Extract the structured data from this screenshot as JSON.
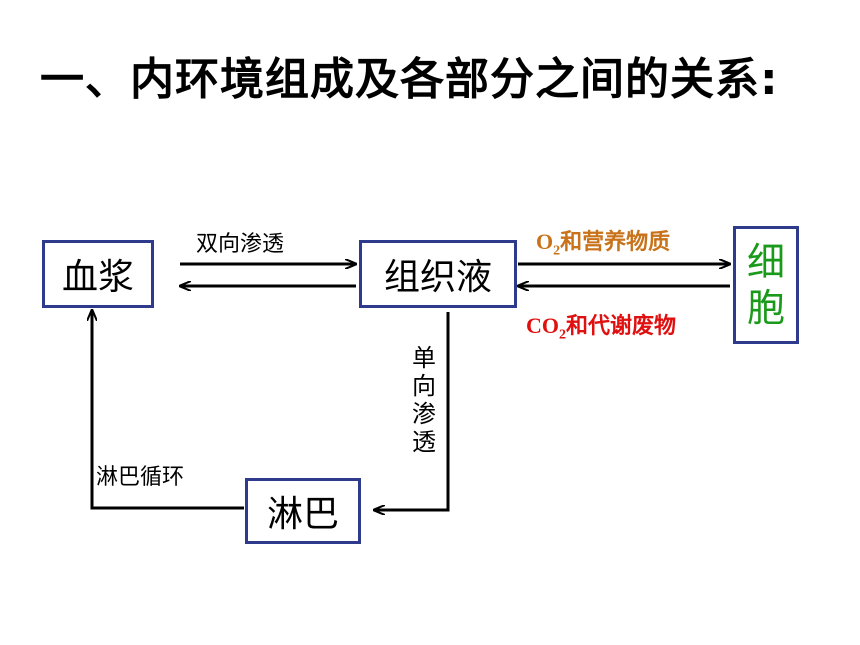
{
  "title": "一、内环境组成及各部分之间的关系:",
  "nodes": {
    "plasma": "血浆",
    "tissue_fluid": "组织液",
    "cell": [
      "细",
      "胞"
    ],
    "lymph": "淋巴"
  },
  "edges": {
    "bidirectional_osmosis": "双向渗透",
    "unidirectional_osmosis": "单向渗透",
    "lymph_circulation": "淋巴循环",
    "to_cell_formula": "O",
    "to_cell_sub": "2",
    "to_cell_rest": "和营养物质",
    "from_cell_formula": "CO",
    "from_cell_sub": "2",
    "from_cell_rest": "和代谢废物"
  },
  "colors": {
    "box_border": "#2e3a8c",
    "cell_text": "#1a9a1a",
    "nutrient_label": "#c8721a",
    "waste_label": "#e01010"
  }
}
